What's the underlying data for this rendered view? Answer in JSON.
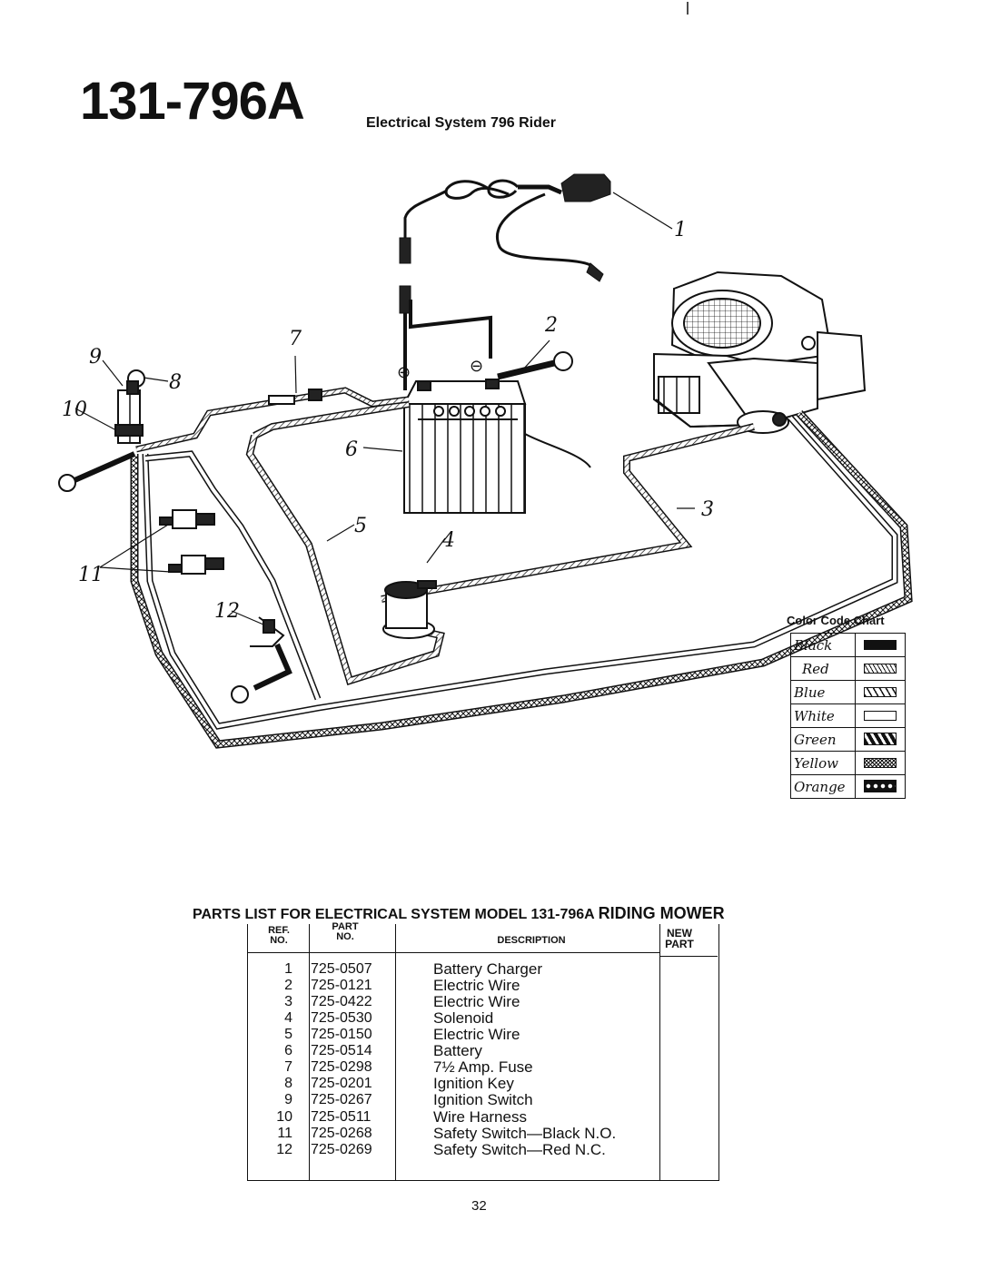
{
  "header": {
    "model_number": "131-796A",
    "diagram_title": "Electrical System 796 Rider"
  },
  "diagram": {
    "callouts": [
      "1",
      "2",
      "3",
      "4",
      "5",
      "6",
      "7",
      "8",
      "9",
      "10",
      "11",
      "12"
    ],
    "battery_terminals": [
      "⊕",
      "⊖"
    ],
    "wire_colors": {
      "black": "#111111",
      "outline": "#111111"
    }
  },
  "color_chart": {
    "title": "Color Code Chart",
    "entries": [
      {
        "name": "Black",
        "swatch": "solid"
      },
      {
        "name": "Red",
        "swatch": "hatch-fine"
      },
      {
        "name": "Blue",
        "swatch": "hatch-medium"
      },
      {
        "name": "White",
        "swatch": "empty"
      },
      {
        "name": "Green",
        "swatch": "hatch-bold"
      },
      {
        "name": "Yellow",
        "swatch": "crosshatch"
      },
      {
        "name": "Orange",
        "swatch": "dots"
      }
    ]
  },
  "parts_list": {
    "heading_prefix": "PARTS LIST FOR ELECTRICAL SYSTEM MODEL 131-796A",
    "heading_suffix": "RIDING MOWER",
    "columns": {
      "ref_1": "REF.",
      "ref_2": "NO.",
      "part_1": "PART",
      "part_2": "NO.",
      "description": "DESCRIPTION",
      "new_1": "NEW",
      "new_2": "PART"
    },
    "rows": [
      {
        "ref": "1",
        "part": "725-0507",
        "desc": "Battery Charger"
      },
      {
        "ref": "2",
        "part": "725-0121",
        "desc": "Electric Wire"
      },
      {
        "ref": "3",
        "part": "725-0422",
        "desc": "Electric Wire"
      },
      {
        "ref": "4",
        "part": "725-0530",
        "desc": "Solenoid"
      },
      {
        "ref": "5",
        "part": "725-0150",
        "desc": "Electric Wire"
      },
      {
        "ref": "6",
        "part": "725-0514",
        "desc": "Battery"
      },
      {
        "ref": "7",
        "part": "725-0298",
        "desc": "7½ Amp. Fuse"
      },
      {
        "ref": "8",
        "part": "725-0201",
        "desc": "Ignition Key"
      },
      {
        "ref": "9",
        "part": "725-0267",
        "desc": "Ignition Switch"
      },
      {
        "ref": "10",
        "part": "725-0511",
        "desc": "Wire Harness"
      },
      {
        "ref": "11",
        "part": "725-0268",
        "desc": "Safety Switch—Black N.O."
      },
      {
        "ref": "12",
        "part": "725-0269",
        "desc": "Safety Switch—Red N.C."
      }
    ]
  },
  "footer": {
    "page_number": "32"
  }
}
